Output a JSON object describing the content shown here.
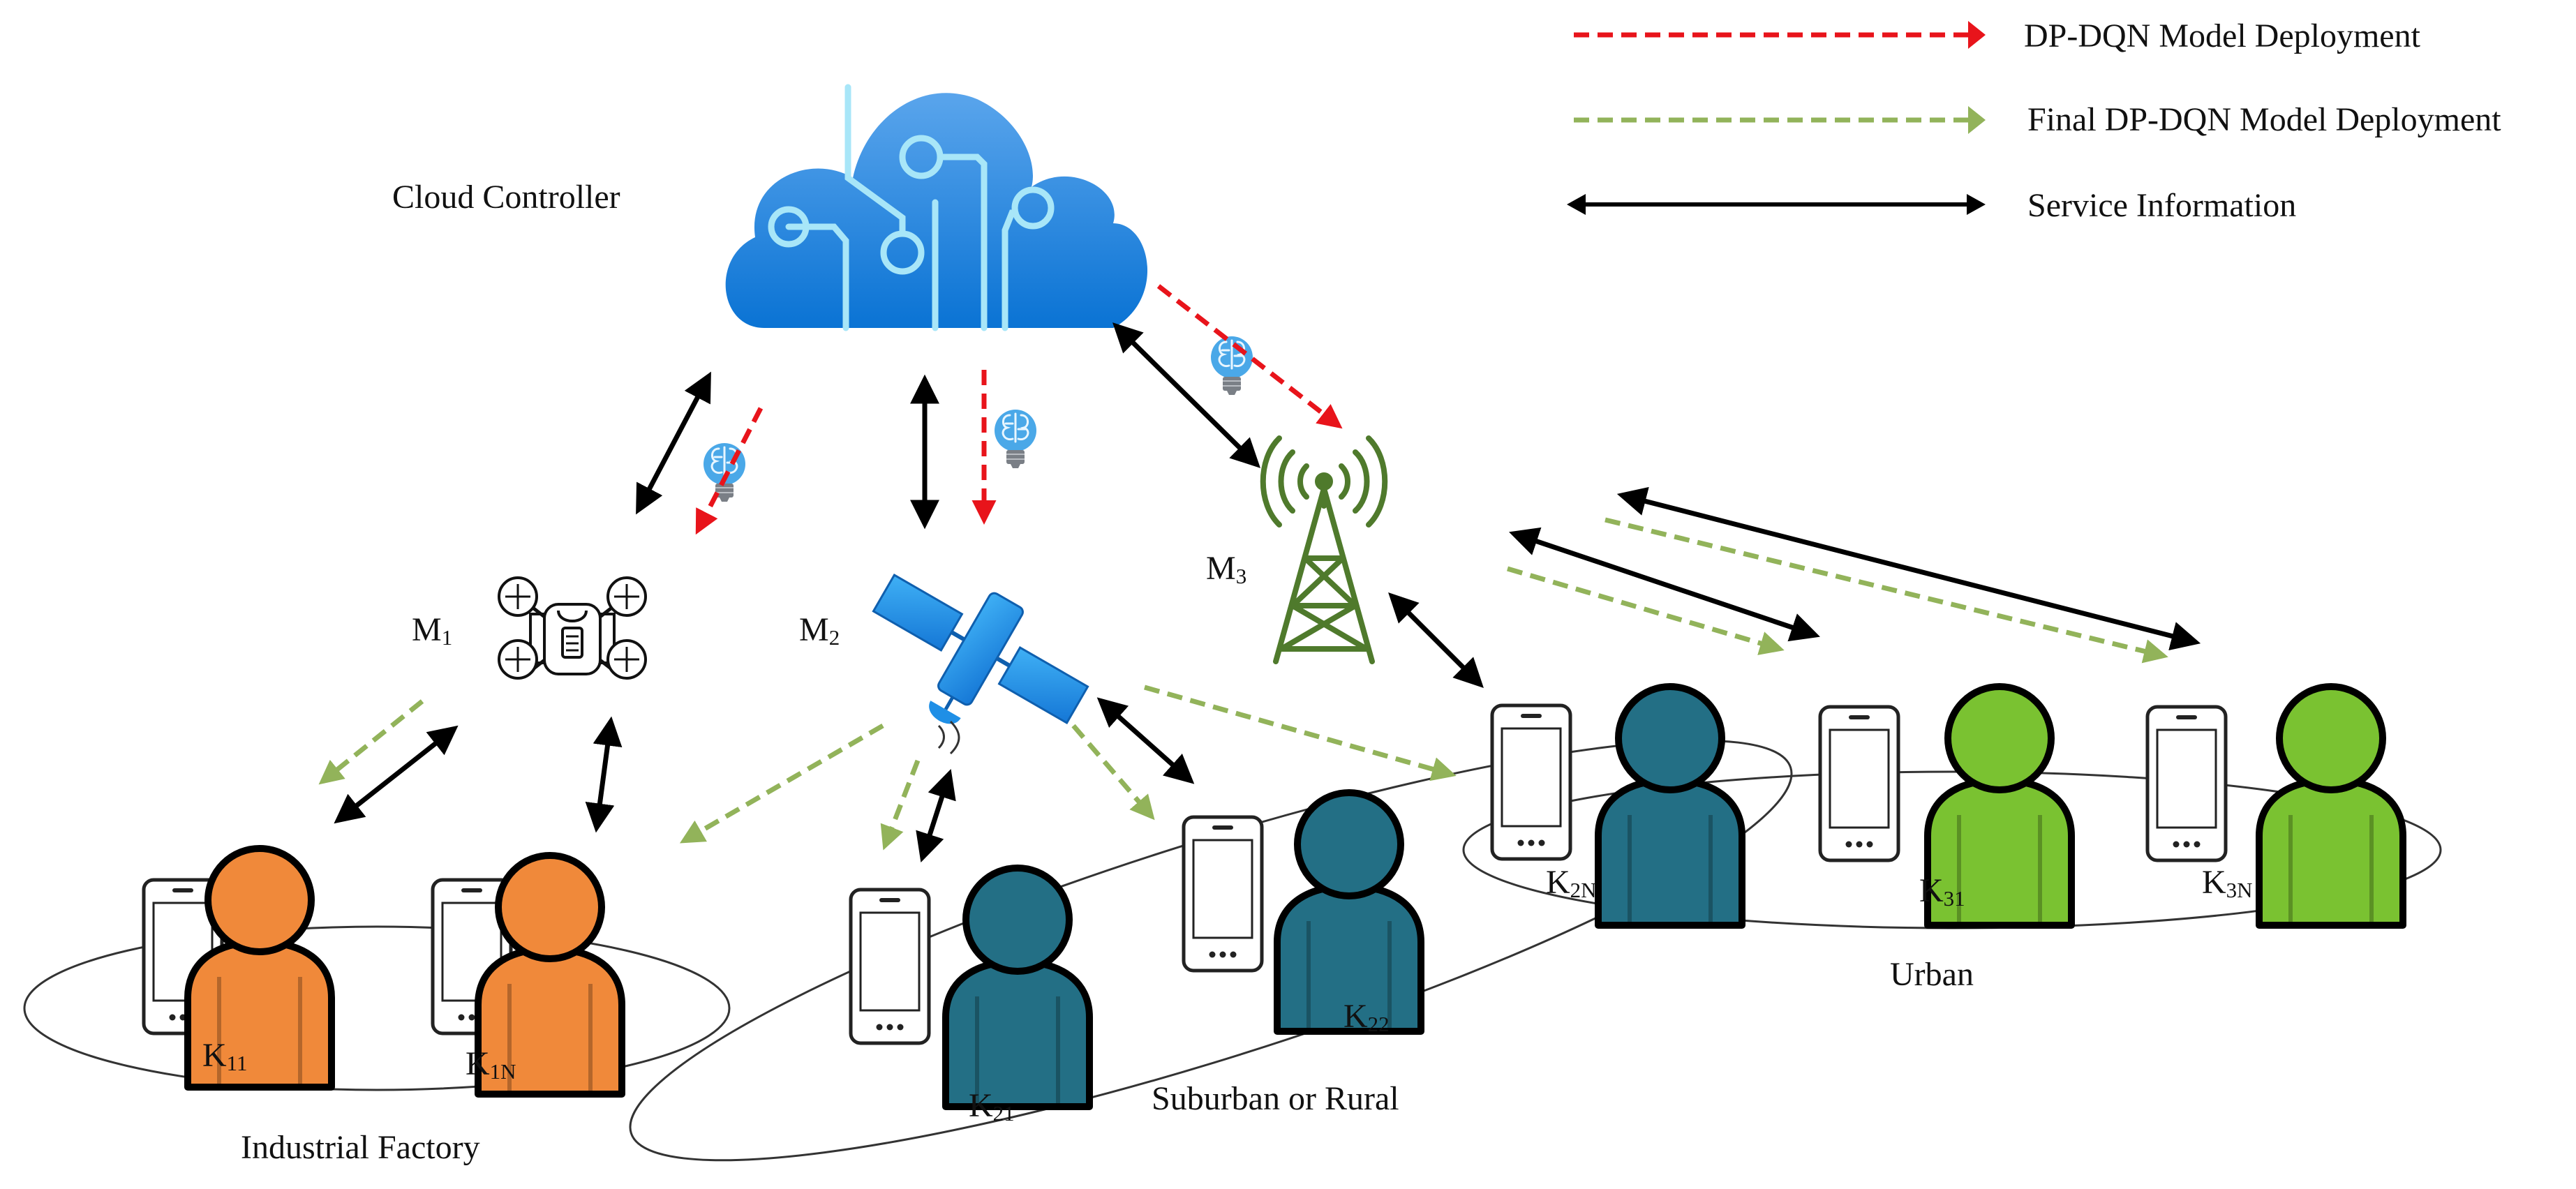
{
  "legend": {
    "dp_dqn": "DP-DQN Model Deployment",
    "final_dp_dqn": "Final DP-DQN Model Deployment",
    "service_info": "Service Information"
  },
  "nodes": {
    "cloud": "Cloud Controller",
    "m1": {
      "main": "M",
      "sub": "1"
    },
    "m2": {
      "main": "M",
      "sub": "2"
    },
    "m3": {
      "main": "M",
      "sub": "3"
    }
  },
  "users": {
    "k11": {
      "main": "K",
      "sub": "11"
    },
    "k1n": {
      "main": "K",
      "sub": "1N"
    },
    "k21": {
      "main": "K",
      "sub": "21"
    },
    "k22": {
      "main": "K",
      "sub": "22"
    },
    "k2n": {
      "main": "K",
      "sub": "2N"
    },
    "k31": {
      "main": "K",
      "sub": "31"
    },
    "k3n": {
      "main": "K",
      "sub": "3N"
    }
  },
  "regions": {
    "industrial": "Industrial Factory",
    "suburban": "Suburban or Rural",
    "urban": "Urban"
  },
  "colors": {
    "dp_dqn_arrow": "#e8141b",
    "final_arrow": "#92b35a",
    "service_arrow": "#000000",
    "cloud_top": "#5aa5ec",
    "cloud_bottom": "#0a73d4",
    "circuit": "#a8e6f8",
    "satellite": "#1f8fe6",
    "tower": "#4f7a2c",
    "user_orange": "#f0893a",
    "user_teal": "#236f85",
    "user_green": "#7ac231",
    "bulb": "#4aa8e8"
  },
  "icons": [
    "cloud-icon",
    "drone-icon",
    "satellite-icon",
    "tower-icon",
    "bulb-icon",
    "phone-icon",
    "person-icon"
  ]
}
